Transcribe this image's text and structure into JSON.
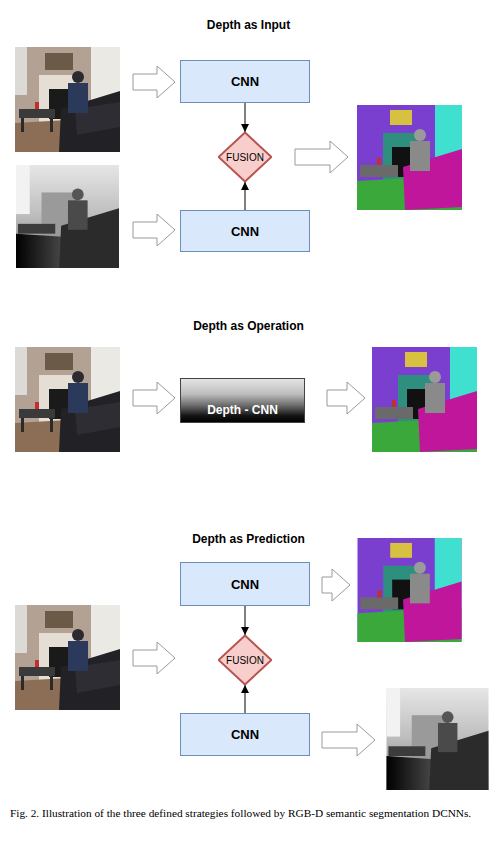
{
  "diagram": {
    "caption": "Fig. 2. Illustration of the three defined strategies followed by RGB-D semantic segmentation DCNNs.",
    "nodes": [
      {
        "text": [
          "CNN"
        ]
      },
      {
        "text": [
          "FUSION"
        ]
      },
      {
        "text": [
          "CNN"
        ]
      },
      {
        "text": [
          "Depth - CNN"
        ]
      },
      {
        "text": [
          "CNN"
        ]
      },
      {
        "text": [
          "FUSION"
        ]
      },
      {
        "text": [
          "CNN"
        ]
      }
    ],
    "edges": [
      {
        "from": 0,
        "to": 1,
        "arrow": "to"
      },
      {
        "from": 2,
        "to": 1,
        "arrow": "to"
      },
      {
        "from": 4,
        "to": 5,
        "arrow": "to"
      },
      {
        "from": 6,
        "to": 5,
        "arrow": "to"
      }
    ],
    "labels": [
      "Depth as Input",
      "Depth as Operation",
      "Depth as Prediction"
    ]
  }
}
